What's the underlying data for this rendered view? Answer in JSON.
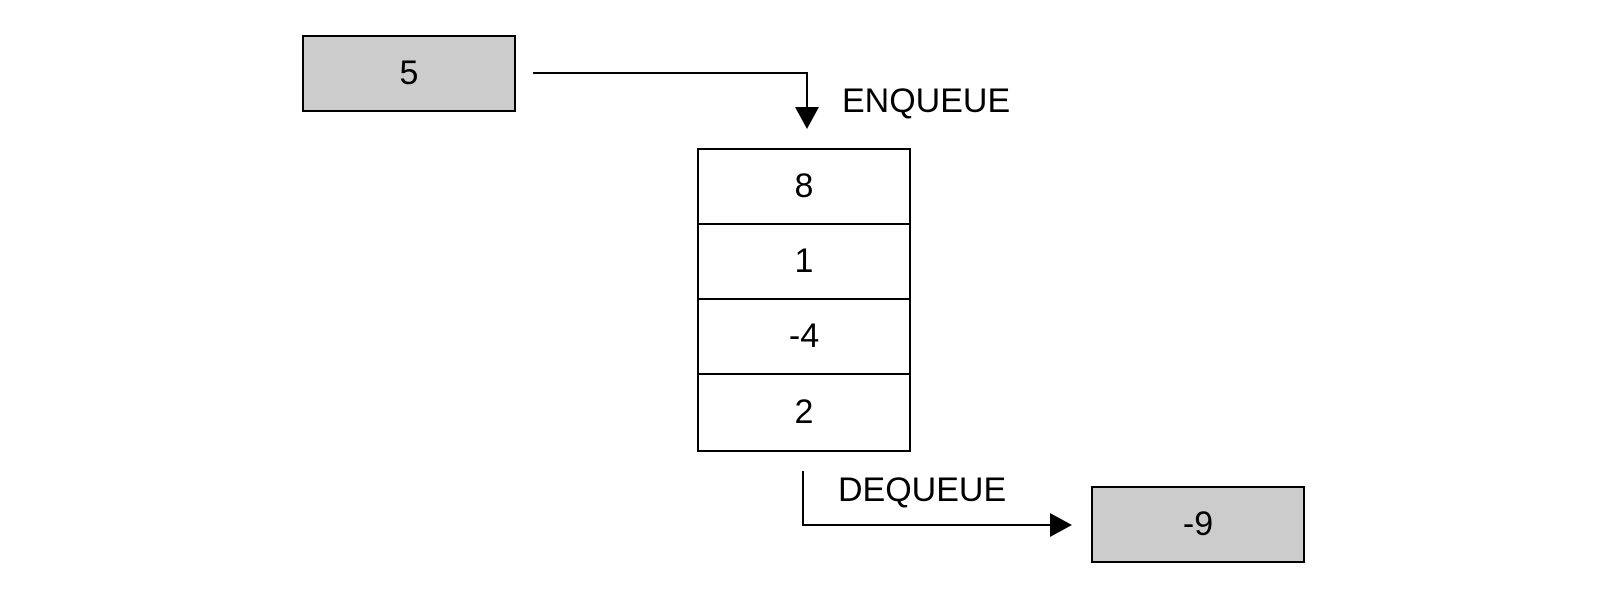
{
  "incoming_value": "5",
  "enqueue_label": "ENQUEUE",
  "queue": {
    "items": [
      "8",
      "1",
      "-4",
      "2"
    ]
  },
  "dequeue_label": "DEQUEUE",
  "outgoing_value": "-9",
  "colors": {
    "shaded_box": "#cccccc",
    "stroke": "#000000"
  }
}
